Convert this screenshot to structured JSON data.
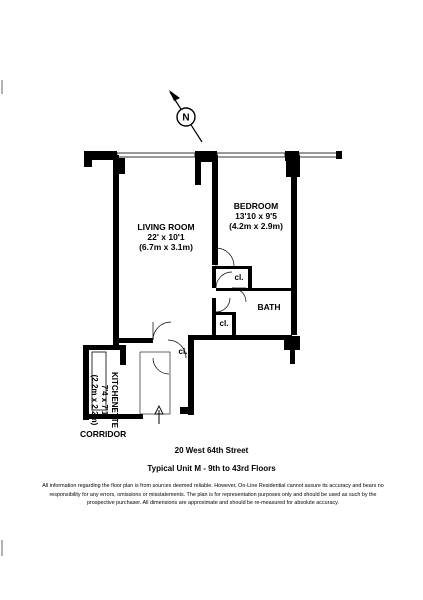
{
  "rooms": {
    "living_room": {
      "name": "LIVING ROOM",
      "dim_imperial": "22' x 10'1",
      "dim_metric": "(6.7m x 3.1m)"
    },
    "bedroom": {
      "name": "BEDROOM",
      "dim_imperial": "13'10 x 9'5",
      "dim_metric": "(4.2m x 2.9m)"
    },
    "bath": {
      "name": "BATH"
    },
    "kitchenette": {
      "name": "KITCHENETTE",
      "dim_imperial": "7'4 x 7'1",
      "dim_metric": "(2.2m x 2.2m)"
    },
    "closets": [
      "cl.",
      "cl.",
      "cl."
    ]
  },
  "compass": {
    "label": "N"
  },
  "corridor_label": "CORRIDOR",
  "address": "20 West 64th Street",
  "unit_title": "Typical Unit M - 9th to 43rd Floors",
  "disclaimer": "All information regarding the floor plan is from sources deemed reliable. However, On-Line Residential cannot assure its accuracy and bears no responsibility for any errors, omissions or misstatements. The plan is for representation purposes only and should be used as such by the prospective purchaser. All dimensions are approximate and should be re-measured for absolute accuracy."
}
